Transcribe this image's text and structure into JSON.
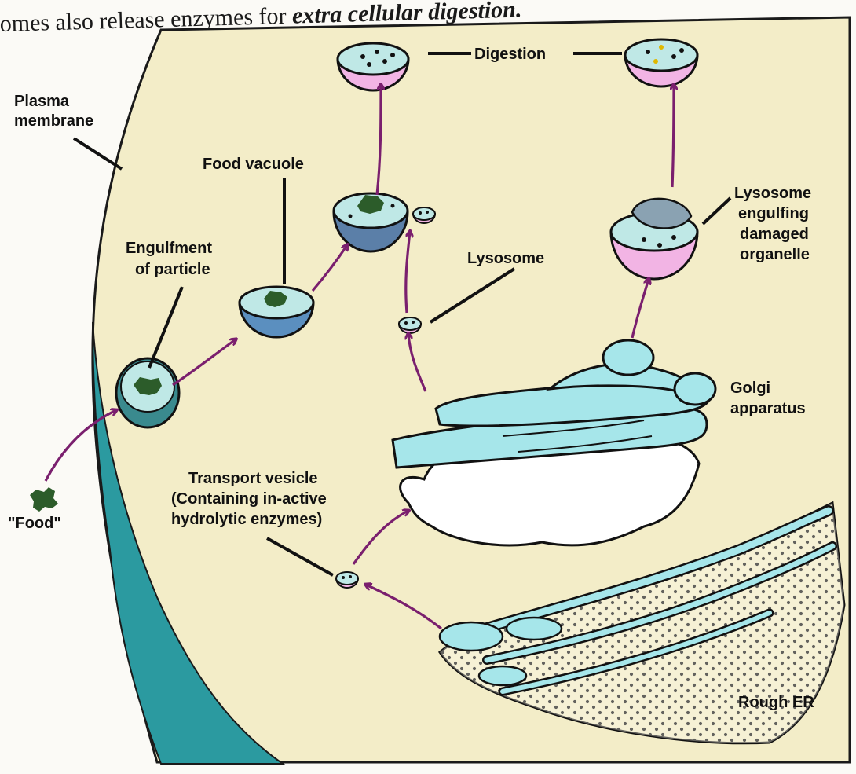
{
  "caption": {
    "text": "omes also release enzymes for ",
    "italic": "extra cellular digestion."
  },
  "labels": {
    "plasma_membrane": [
      "Plasma",
      "membrane"
    ],
    "food_vacuole": "Food vacuole",
    "engulfment": [
      "Engulfment",
      "of particle"
    ],
    "digestion": "Digestion",
    "lysosome": "Lysosome",
    "lysosome_engulfing": [
      "Lysosome",
      "engulfing",
      "damaged",
      "organelle"
    ],
    "golgi": [
      "Golgi",
      "apparatus"
    ],
    "transport_vesicle": [
      "Transport vesicle",
      "(Containing in-active",
      "hydrolytic enzymes)"
    ],
    "food": "\"Food\"",
    "rough_er": "Rough ER"
  },
  "colors": {
    "cytoplasm": "#f3edc8",
    "membrane": "#2b9aa0",
    "vesicle_pink": "#f2b4e4",
    "organelle_cyan": "#a6e6ea",
    "food_green": "#2c5c2a",
    "arrow_purple": "#7a1f6e"
  }
}
